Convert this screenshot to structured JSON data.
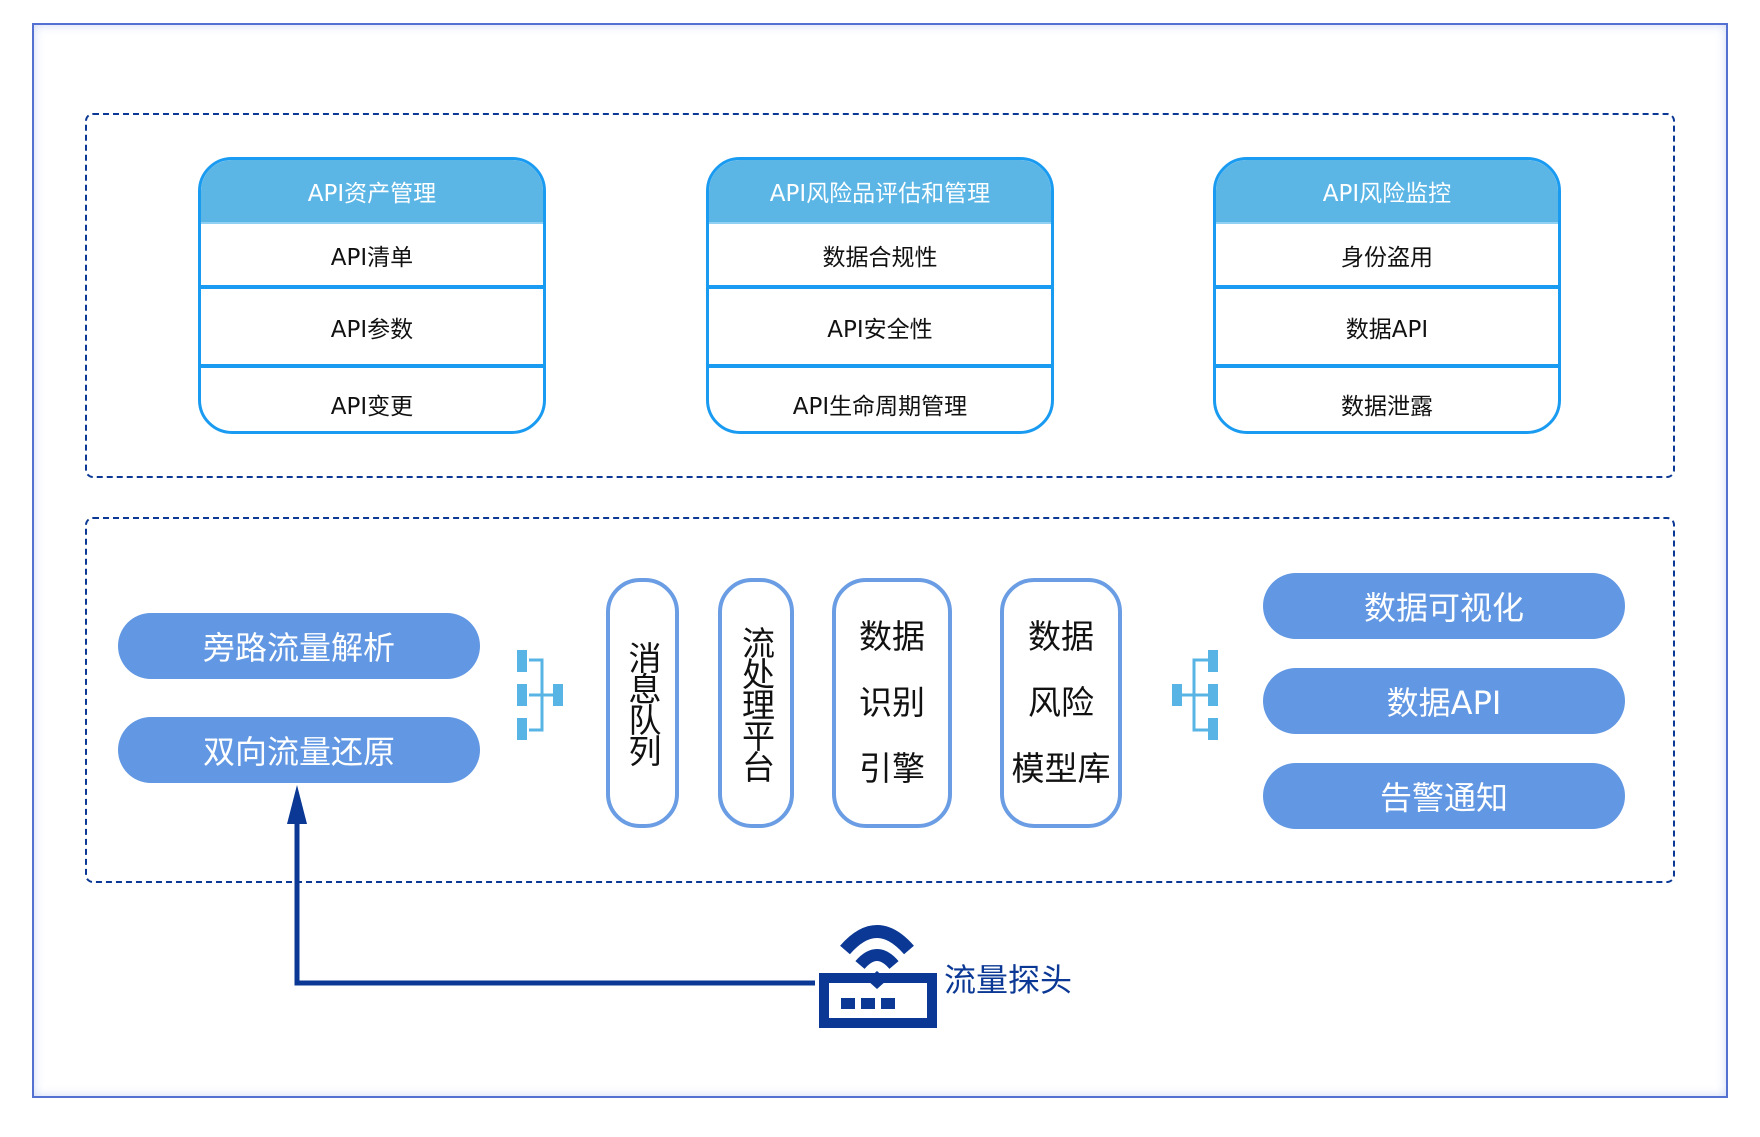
{
  "top_modules": [
    {
      "title": "API资产管理",
      "items": [
        "API清单",
        "API参数",
        "API变更"
      ]
    },
    {
      "title": "API风险品评估和管理",
      "items": [
        "数据合规性",
        "API安全性",
        "API生命周期管理"
      ]
    },
    {
      "title": "API风险监控",
      "items": [
        "身份盗用",
        "数据API",
        "数据泄露"
      ]
    }
  ],
  "input_pills": [
    "旁路流量解析",
    "双向流量还原"
  ],
  "processing": {
    "message_queue": "消息队列",
    "stream_platform": "流处理平台",
    "identification_engine": [
      "数据",
      "识别",
      "引擎"
    ],
    "risk_model_library": [
      "数据",
      "风险",
      "模型库"
    ]
  },
  "output_pills": [
    "数据可视化",
    "数据API",
    "告警通知"
  ],
  "probe": {
    "label": "流量探头",
    "icon": "wifi-router-icon"
  },
  "colors": {
    "frame": "#5470d0",
    "dashed": "#0a3894",
    "card_border": "#1a9bf2",
    "card_header": "#5bb6e6",
    "pill": "#6197e3",
    "connector": "#57b4e4"
  }
}
